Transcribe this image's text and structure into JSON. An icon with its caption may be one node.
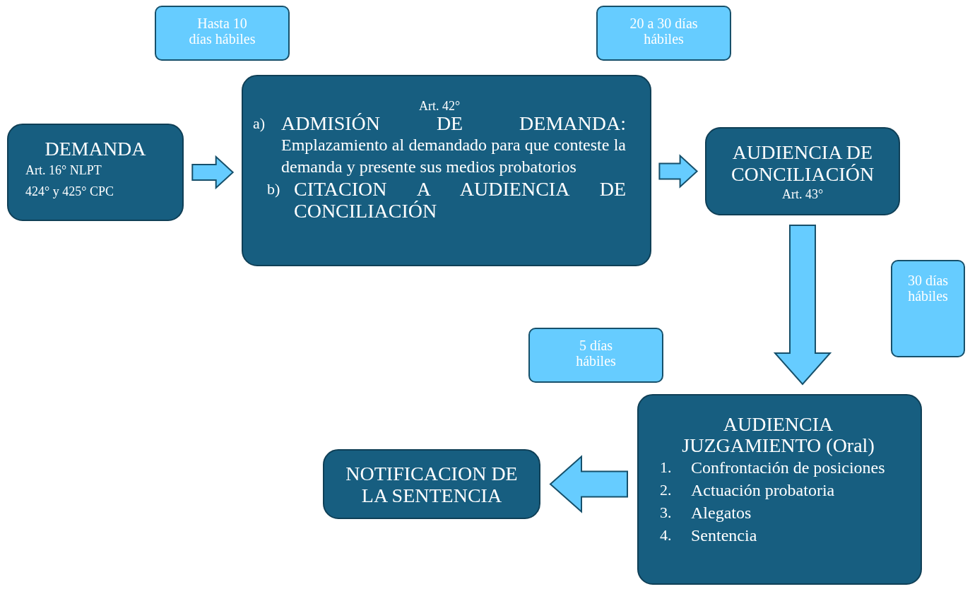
{
  "diagram": {
    "nodes": [
      {
        "text": [
          "DEMANDA",
          "Art. 16° NLPT",
          "424° y 425° CPC"
        ]
      },
      {
        "text": [
          "Hasta 10 días hábiles"
        ]
      },
      {
        "text": [
          "Art. 42°",
          "a)",
          "ADMISIÓN DE DEMANDA:",
          "Emplazamiento al demandado para que conteste la demanda y presente sus medios probatorios",
          "b)",
          "CITACION A AUDIENCIA DE CONCILIACIÓN"
        ]
      },
      {
        "text": [
          "20 a 30 días hábiles"
        ]
      },
      {
        "text": [
          "AUDIENCIA DE CONCILIACIÓN",
          "Art. 43°"
        ]
      },
      {
        "text": [
          "30 días hábiles"
        ]
      },
      {
        "text": [
          "5 días hábiles"
        ]
      },
      {
        "text": [
          "AUDIENCIA JUZGAMIENTO (Oral)",
          "1.",
          "Confrontación de posiciones",
          "2.",
          "Actuación probatoria",
          "3.",
          "Alegatos",
          "4.",
          "Sentencia"
        ]
      },
      {
        "text": [
          "NOTIFICACION DE LA SENTENCIA"
        ]
      }
    ],
    "edges": [
      {
        "from": 0,
        "to": 2,
        "arrow": "to"
      },
      {
        "from": 2,
        "to": 4,
        "arrow": "to"
      },
      {
        "from": 4,
        "to": 7,
        "arrow": "to"
      },
      {
        "from": 7,
        "to": 8,
        "arrow": "to"
      }
    ]
  }
}
